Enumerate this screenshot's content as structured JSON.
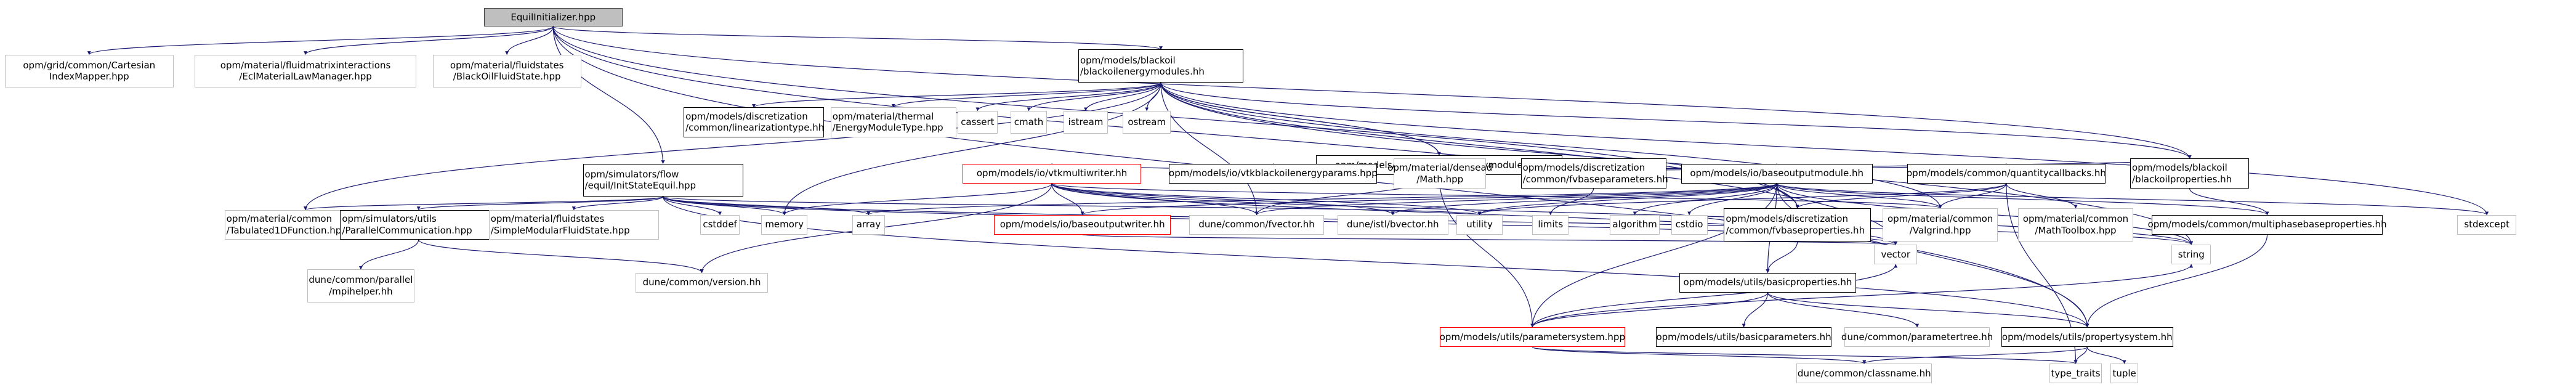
{
  "title": "EquilInitializer.hpp include dependency graph",
  "edge_color": "#191970",
  "nodes": {
    "root": "EquilInitializer.hpp",
    "cartesian": "opm/grid/common/Cartesian\nIndexMapper.hpp",
    "eclmat": "opm/material/fluidmatrixinteractions\n/EclMaterialLawManager.hpp",
    "bofluidstate": "opm/material/fluidstates\n/BlackOilFluidState.hpp",
    "energymodules": "opm/models/blackoil\n/blackoilenergymodules.hh",
    "initstate": "opm/simulators/flow\n/equil/InitStateEquil.hpp",
    "linearization": "opm/models/discretization\n/common/linearizationtype.hh",
    "energymoduletype": "opm/material/thermal\n/EnergyModuleType.hpp",
    "cassert": "cassert",
    "cmath": "cmath",
    "istream": "istream",
    "ostream": "ostream",
    "vtkenergymodule": "opm/models/io/vtkblackoilenergymodule.hpp",
    "vtkmultiwriter": "opm/models/io/vtkmultiwriter.hh",
    "vtkenergyparams": "opm/models/io/vtkblackoilenergyparams.hpp",
    "densead": "opm/material/densead\n/Math.hpp",
    "fvbaseparams": "opm/models/discretization\n/common/fvbaseparameters.hh",
    "baseoutputmodule": "opm/models/io/baseoutputmodule.hh",
    "quantitycallbacks": "opm/models/common/quantitycallbacks.hh",
    "blackoilprops": "opm/models/blackoil\n/blackoilproperties.hh",
    "tabulated": "opm/material/common\n/Tabulated1DFunction.hpp",
    "parallelcomm": "opm/simulators/utils\n/ParallelCommunication.hpp",
    "simplemodular": "opm/material/fluidstates\n/SimpleModularFluidState.hpp",
    "cstddef": "cstddef",
    "memory": "memory",
    "array": "array",
    "baseoutputwriter": "opm/models/io/baseoutputwriter.hh",
    "fvector": "dune/common/fvector.hh",
    "bvector": "dune/istl/bvector.hh",
    "utility": "utility",
    "limits": "limits",
    "algorithm": "algorithm",
    "cstdio": "cstdio",
    "fvbaseprops": "opm/models/discretization\n/common/fvbaseproperties.hh",
    "valgrind": "opm/material/common\n/Valgrind.hpp",
    "mathtoolbox": "opm/material/common\n/MathToolbox.hpp",
    "multiphase": "opm/models/common/multiphasebaseproperties.hh",
    "stdexcept": "stdexcept",
    "mpihelper": "dune/common/parallel\n/mpihelper.hh",
    "version": "dune/common/version.hh",
    "basicprops": "opm/models/utils/basicproperties.hh",
    "paramsystem": "opm/models/utils/parametersystem.hpp",
    "basicparams": "opm/models/utils/basicparameters.hh",
    "paramtree": "dune/common/parametertree.hh",
    "propsystem": "opm/models/utils/propertysystem.hh",
    "vector": "vector",
    "string": "string",
    "classname": "dune/common/classname.hh",
    "type_traits": "type_traits",
    "tuple": "tuple"
  }
}
